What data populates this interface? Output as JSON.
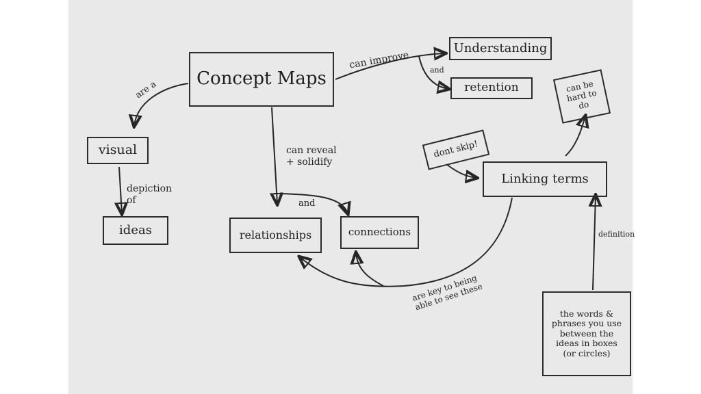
{
  "nodes": {
    "concept_maps": "Concept Maps",
    "understanding": "Understanding",
    "retention": "retention",
    "visual": "visual",
    "ideas": "ideas",
    "relationships": "relationships",
    "connections": "connections",
    "linking_terms": "Linking terms",
    "hard_to_do": "can be hard to do",
    "dont_skip": "dont skip!",
    "definition": "the words & phrases you use between the ideas in boxes (or circles)"
  },
  "links": {
    "are_a": "are a",
    "can_improve": "can improve",
    "and_top": "and",
    "depiction_of": "depiction of",
    "can_reveal": "can reveal + solidify",
    "and_mid": "and",
    "are_key": "are key to being able to see these",
    "definition": "definition"
  }
}
